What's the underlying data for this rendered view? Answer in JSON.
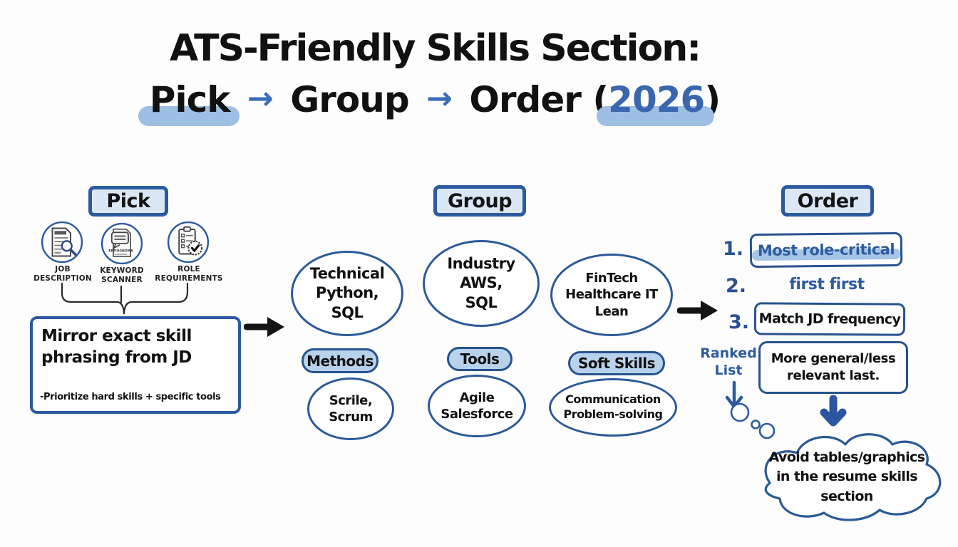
{
  "colors": {
    "ink_blue": "#2b5aa0",
    "text_blue": "#2d5c9e",
    "highlight_blue": "#9dbfe4",
    "header_fill": "#dbe7f5",
    "pill_fill": "#b9d2ec",
    "arrow_black": "#141414"
  },
  "title": {
    "line1": "ATS-Friendly Skills Section:",
    "pick": "Pick",
    "arrow": "→",
    "group": "Group",
    "order": "Order",
    "open_paren": "(",
    "year": "2026",
    "close_paren": ")"
  },
  "pick": {
    "header": "Pick",
    "sources": [
      {
        "label": "JOB DESCRIPTION",
        "icon": "job-description-icon"
      },
      {
        "label": "KEYWORD SCANNER",
        "icon": "keyword-scanner-icon",
        "caption": "ERTIOGNOMA"
      },
      {
        "label": "ROLE REQUIREMENTS",
        "icon": "role-requirements-icon"
      }
    ],
    "note_main": "Mirror exact skill\nphrasing from JD",
    "note_sub": "-Prioritize hard skills + specific tools"
  },
  "group": {
    "header": "Group",
    "top_bubbles": [
      {
        "text": "Technical\nPython,\nSQL"
      },
      {
        "text": "Industry\nAWS,\nSQL"
      },
      {
        "text": "FinTech\nHealthcare IT\nLean"
      }
    ],
    "categories": [
      {
        "label": "Methods",
        "bubble": "Scrile,\nScrum"
      },
      {
        "label": "Tools",
        "bubble": "Agile\nSalesforce"
      },
      {
        "label": "Soft Skills",
        "bubble": "Communication\nProblem-solving"
      }
    ]
  },
  "order": {
    "header": "Order",
    "items": [
      {
        "num": "1.",
        "text": "Most role-critical"
      },
      {
        "num": "2.",
        "text": "first first"
      },
      {
        "num": "3.",
        "text": "Match JD frequency"
      }
    ],
    "ranked_label": "Ranked\nList",
    "note": "More general/less\nrelevant last.",
    "cloud": "Avoid tables/graphics\nin the resume skills\nsection"
  }
}
